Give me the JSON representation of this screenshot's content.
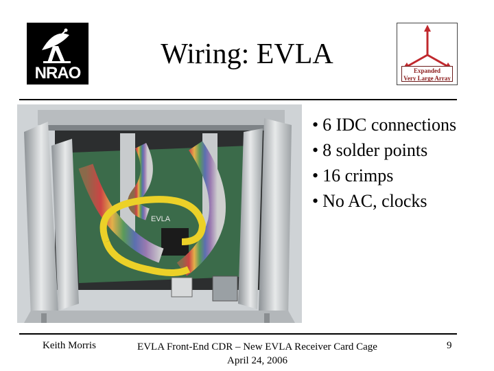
{
  "slide": {
    "title": "Wiring: EVLA",
    "bullets": [
      "6 IDC connections",
      "8 solder points",
      "16 crimps",
      "No AC, clocks"
    ],
    "bullet_glyph": "•"
  },
  "logos": {
    "left": {
      "text": "NRAO",
      "icon": "radio-telescope-icon"
    },
    "right": {
      "line1": "Expanded",
      "line2": "Very Large Array",
      "icon": "array-arms-icon",
      "accent": "#c0282d"
    }
  },
  "photo": {
    "subject": "EVLA receiver card cage with ribbon cables",
    "board_label": "EVLA"
  },
  "footer": {
    "author": "Keith Morris",
    "event_line1": "EVLA Front-End CDR – New EVLA Receiver Card Cage",
    "event_line2": "April 24, 2006",
    "page_number": "9"
  }
}
